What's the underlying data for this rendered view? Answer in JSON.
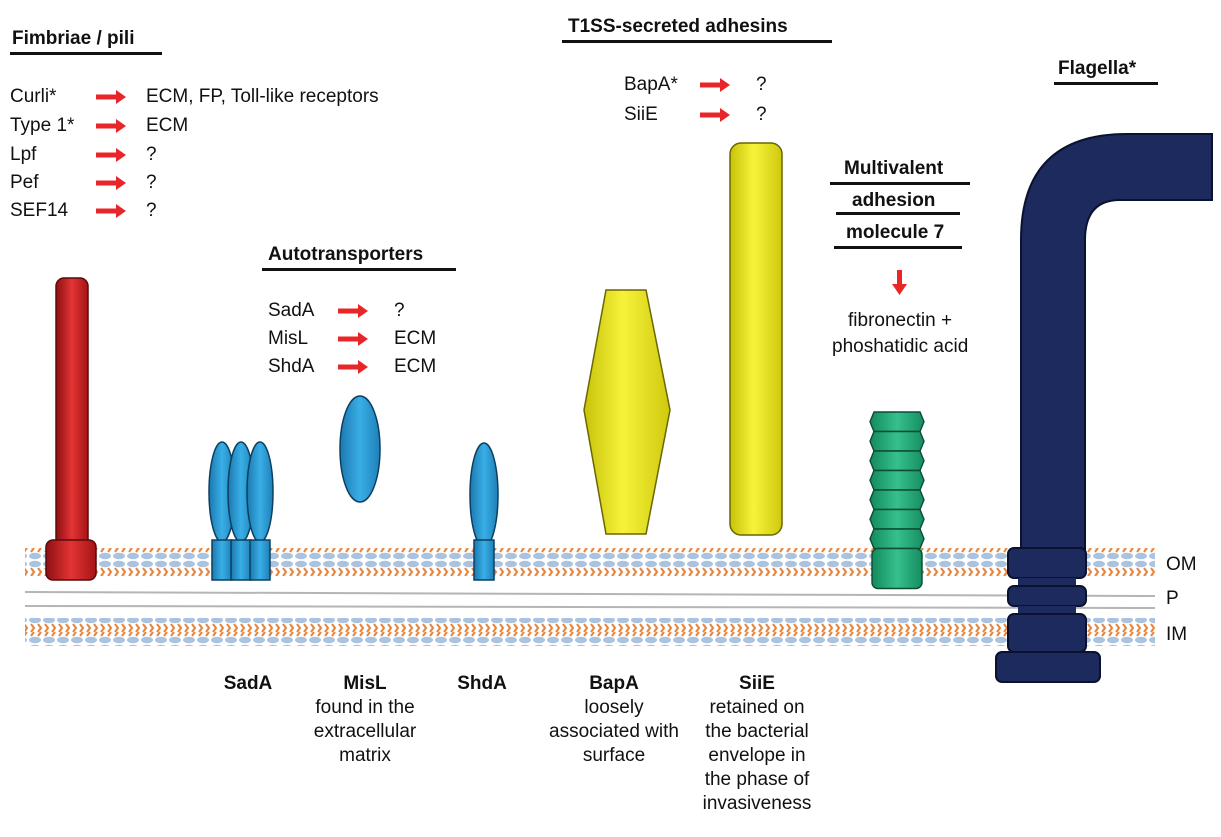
{
  "fimbriae": {
    "title": "Fimbriae / pili",
    "rows": [
      {
        "name": "Curli*",
        "target": "ECM, FP, Toll-like receptors"
      },
      {
        "name": "Type 1*",
        "target": "ECM"
      },
      {
        "name": "Lpf",
        "target": "?"
      },
      {
        "name": "Pef",
        "target": "?"
      },
      {
        "name": "SEF14",
        "target": "?"
      }
    ]
  },
  "autotransporters": {
    "title": "Autotransporters",
    "rows": [
      {
        "name": "SadA",
        "target": "?"
      },
      {
        "name": "MisL",
        "target": "ECM"
      },
      {
        "name": "ShdA",
        "target": "ECM"
      }
    ]
  },
  "t1ss": {
    "title": "T1SS-secreted adhesins",
    "rows": [
      {
        "name": "BapA*",
        "target": "?"
      },
      {
        "name": "SiiE",
        "target": "?"
      }
    ]
  },
  "mam7": {
    "title_lines": [
      "Multivalent",
      "adhesion",
      "molecule 7"
    ],
    "target_lines": [
      "fibronectin +",
      "phoshatidic acid"
    ]
  },
  "flagella": {
    "title": "Flagella*"
  },
  "layers": {
    "om": "OM",
    "p": "P",
    "im": "IM"
  },
  "bottom_labels": {
    "sada": {
      "name": "SadA",
      "desc": []
    },
    "misl": {
      "name": "MisL",
      "desc": [
        "found in the",
        "extracellular",
        "matrix"
      ]
    },
    "shda": {
      "name": "ShdA",
      "desc": []
    },
    "bapa": {
      "name": "BapA",
      "desc": [
        "loosely",
        "associated with",
        "surface"
      ]
    },
    "siie": {
      "name": "SiiE",
      "desc": [
        "retained on",
        "the bacterial",
        "envelope in",
        "the phase of",
        "invasiveness"
      ]
    }
  },
  "colors": {
    "fimbria_red": "#d42a2a",
    "autotransporter_blue": "#2f9fd8",
    "t1ss_yellow": "#eeea1c",
    "mam7_green": "#2aa87a",
    "flagella_navy": "#1d2a5e",
    "arrow_red": "#e8262a",
    "lipid_orange": "#e8833a",
    "lipid_blue": "#a9c3e0"
  }
}
